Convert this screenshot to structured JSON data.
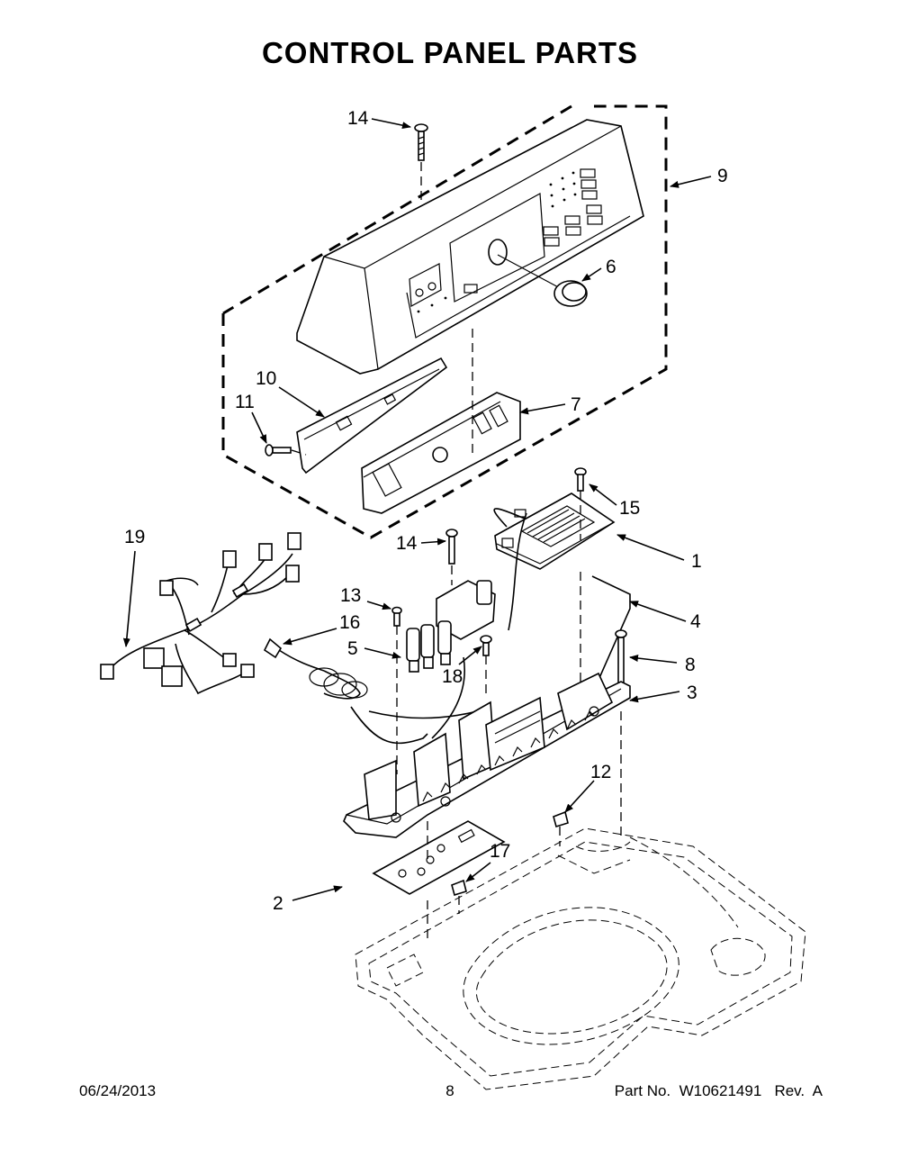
{
  "title": "CONTROL PANEL PARTS",
  "callouts": {
    "c1": "1",
    "c2": "2",
    "c3": "3",
    "c4": "4",
    "c5": "5",
    "c6": "6",
    "c7": "7",
    "c8": "8",
    "c9": "9",
    "c10": "10",
    "c11": "11",
    "c12": "12",
    "c13": "13",
    "c14a": "14",
    "c14b": "14",
    "c15": "15",
    "c16": "16",
    "c17": "17",
    "c18": "18",
    "c19": "19"
  },
  "footer": {
    "date": "06/24/2013",
    "page": "8",
    "part": "Part No.  W10621491   Rev.  A"
  }
}
